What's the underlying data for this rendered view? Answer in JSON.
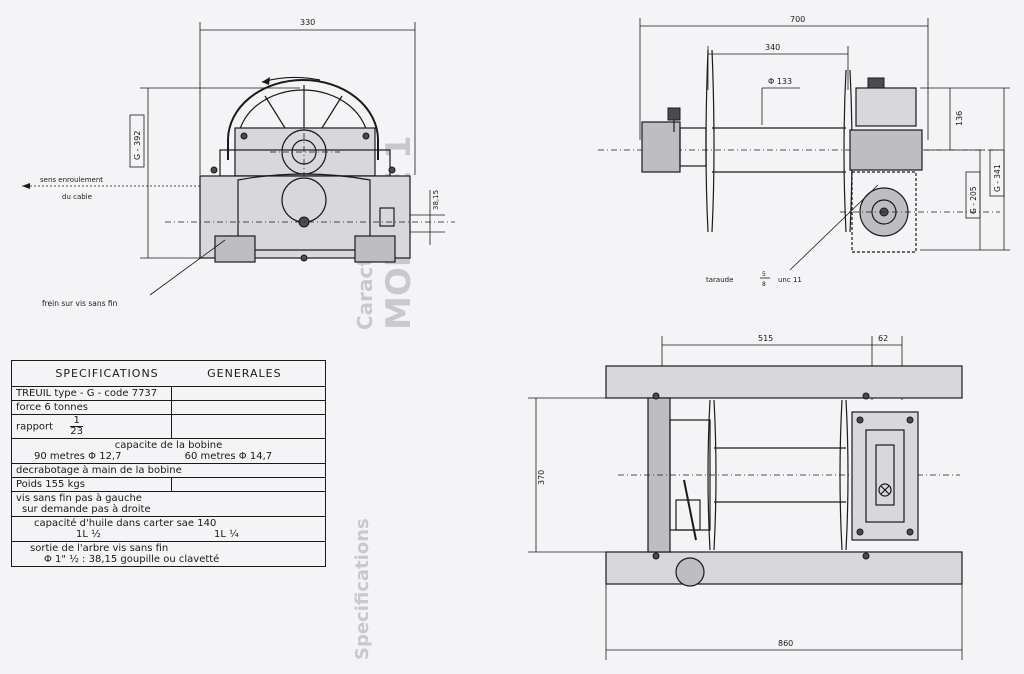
{
  "dimensions": {
    "d_330": "330",
    "d_g392": "G - 392",
    "d_3815": "38,15",
    "d_700": "700",
    "d_340": "340",
    "d_phi133": "Φ 133",
    "d_136": "136",
    "d_g205": "G - 205",
    "d_g341": "G - 341",
    "d_515": "515",
    "d_62": "62",
    "d_370": "370",
    "d_860": "860"
  },
  "labels": {
    "sens1": "sens enroulement",
    "sens2": "du cable",
    "frein": "frein sur vis sans fin",
    "taraude": "taraude",
    "taraude_num": "5",
    "taraude_den": "8",
    "taraude_unc": "unc 11",
    "ghost1": "MODELE 1",
    "ghost2": "Caracteristiques",
    "ghost3": "Specifications"
  },
  "spec": {
    "title_a": "SPECIFICATIONS",
    "title_b": "GENERALES",
    "r1": "TREUIL type - G - code 7737",
    "r2": "force   6 tonnes",
    "r3_label": "rapport",
    "r3_num": "1",
    "r3_den": "23",
    "r4_head": "capacite de la bobine",
    "r4_left": "90 metres  Φ 12,7",
    "r4_right": "60 metres  Φ 14,7",
    "r5": "decrabotage à main de la bobine",
    "r6": "Poids    155 kgs",
    "r7_a": "vis sans fin    pas à gauche",
    "r7_b": "sur demande    pas à droite",
    "r8_head": "capacité  d'huile  dans carter sae 140",
    "r8_left": "1L ½",
    "r8_right": "1L ¼",
    "r9_a": "sortie de l'arbre   vis sans fin",
    "r9_b": "Φ 1\" ½ : 38,15  goupille ou clavetté"
  }
}
